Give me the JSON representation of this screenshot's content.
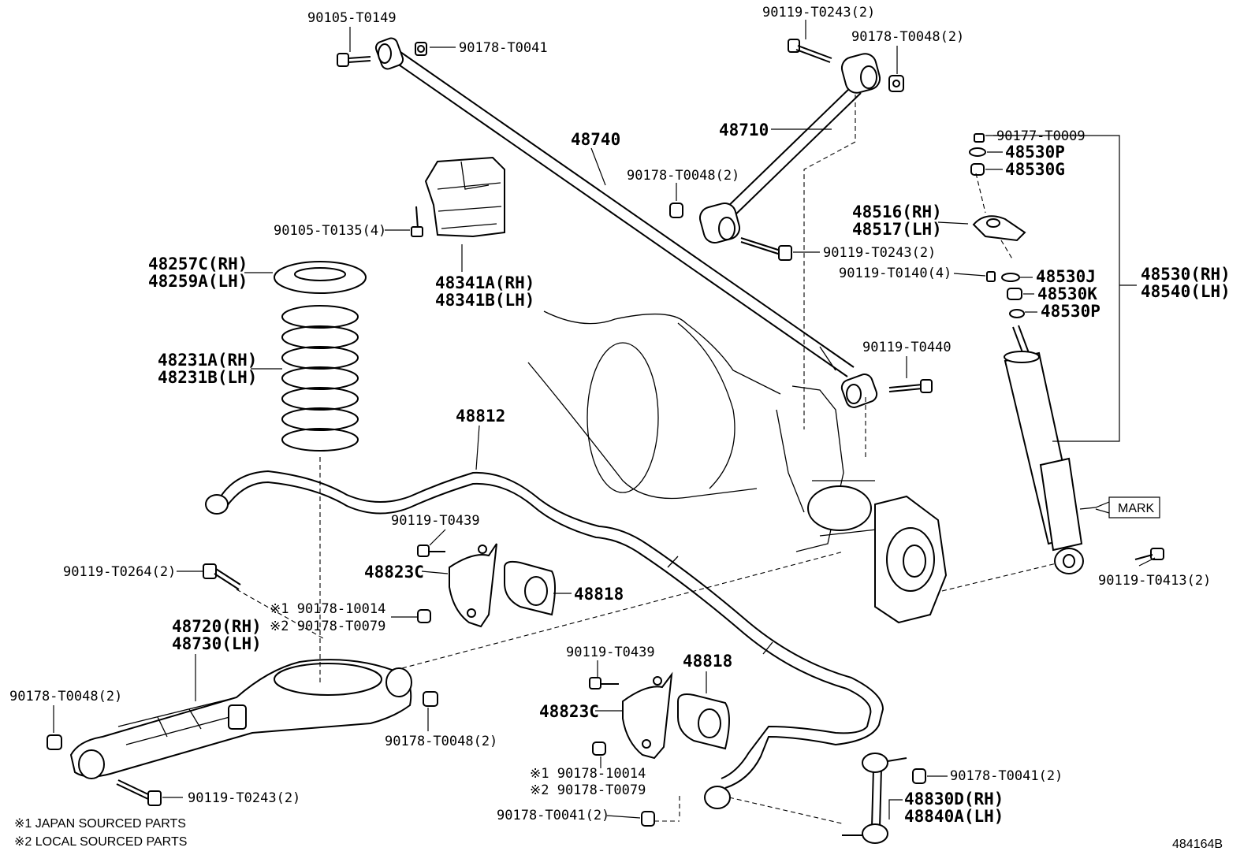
{
  "diagram": {
    "figure_id": "484164B",
    "notes": [
      "※1 JAPAN SOURCED PARTS",
      "※2 LOCAL SOURCED PARTS"
    ],
    "mark_label": "MARK",
    "labels": {
      "p90105_T0149": "90105-T0149",
      "p90178_T0041_top": "90178-T0041",
      "p90119_T0243_top": "90119-T0243(2)",
      "p90178_T0048_top": "90178-T0048(2)",
      "p48710": "48710",
      "p48740": "48740",
      "p90178_T0048_mid": "90178-T0048(2)",
      "p90177_T0009": "90177-T0009",
      "p48530P_a": "48530P",
      "p48530G": "48530G",
      "p48516": "48516(RH)",
      "p48517": "48517(LH)",
      "p90119_T0243_mid": "90119-T0243(2)",
      "p90119_T0140": "90119-T0140(4)",
      "p48530J": "48530J",
      "p48530K": "48530K",
      "p48530P_b": "48530P",
      "p48530": "48530(RH)",
      "p48540": "48540(LH)",
      "p90105_T0135": "90105-T0135(4)",
      "p48257C": "48257C(RH)",
      "p48259A": "48259A(LH)",
      "p48341A": "48341A(RH)",
      "p48341B": "48341B(LH)",
      "p48231A": "48231A(RH)",
      "p48231B": "48231B(LH)",
      "p90119_T0440": "90119-T0440",
      "p48812": "48812",
      "p90119_T0439_a": "90119-T0439",
      "p48823C_a": "48823C",
      "p48818_a": "48818",
      "p90119_T0264": "90119-T0264(2)",
      "p90178_10014_a": "※1 90178-10014",
      "p90178_T0079_a": "※2 90178-T0079",
      "p48720": "48720(RH)",
      "p48730": "48730(LH)",
      "p90119_T0413": "90119-T0413(2)",
      "p90178_T0048_left": "90178-T0048(2)",
      "p90178_T0048_arm": "90178-T0048(2)",
      "p90119_T0439_b": "90119-T0439",
      "p48818_b": "48818",
      "p48823C_b": "48823C",
      "p90178_10014_b": "※1 90178-10014",
      "p90178_T0079_b": "※2 90178-T0079",
      "p90178_T0041_link": "90178-T0041(2)",
      "p48830D": "48830D(RH)",
      "p48840A": "48840A(LH)",
      "p90119_T0243_bot": "90119-T0243(2)",
      "p90178_T0041_bot": "90178-T0041(2)"
    }
  }
}
